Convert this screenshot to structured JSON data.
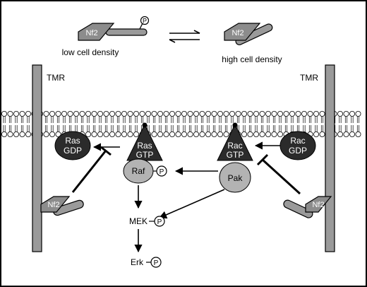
{
  "top": {
    "left_protein": "Nf2",
    "left_phospho": "P",
    "left_caption": "low cell density",
    "right_protein": "Nf2",
    "right_caption": "high cell density"
  },
  "receptors": {
    "left_label": "TMR",
    "right_label": "TMR"
  },
  "left_pathway": {
    "ras_gdp": [
      "Ras",
      "GDP"
    ],
    "ras_gtp": [
      "Ras",
      "GTP"
    ],
    "raf": "Raf",
    "raf_phospho": "P",
    "nf2": "Nf2"
  },
  "right_pathway": {
    "rac_gdp": [
      "Rac",
      "GDP"
    ],
    "rac_gtp": [
      "Rac",
      "GTP"
    ],
    "pak": "Pak",
    "nf2": "Nf2"
  },
  "cascade": {
    "mek": "MEK",
    "mek_phospho": "P",
    "erk": "Erk",
    "erk_phospho": "P"
  },
  "colors": {
    "border": "#000000",
    "receptor_fill": "#9a9a9a",
    "nf2_diamond": "#8c8c8c",
    "nf2_tail": "#9a9a9a",
    "dark_protein": "#2b2b2b",
    "light_protein": "#b3b3b3",
    "background": "#ffffff"
  }
}
